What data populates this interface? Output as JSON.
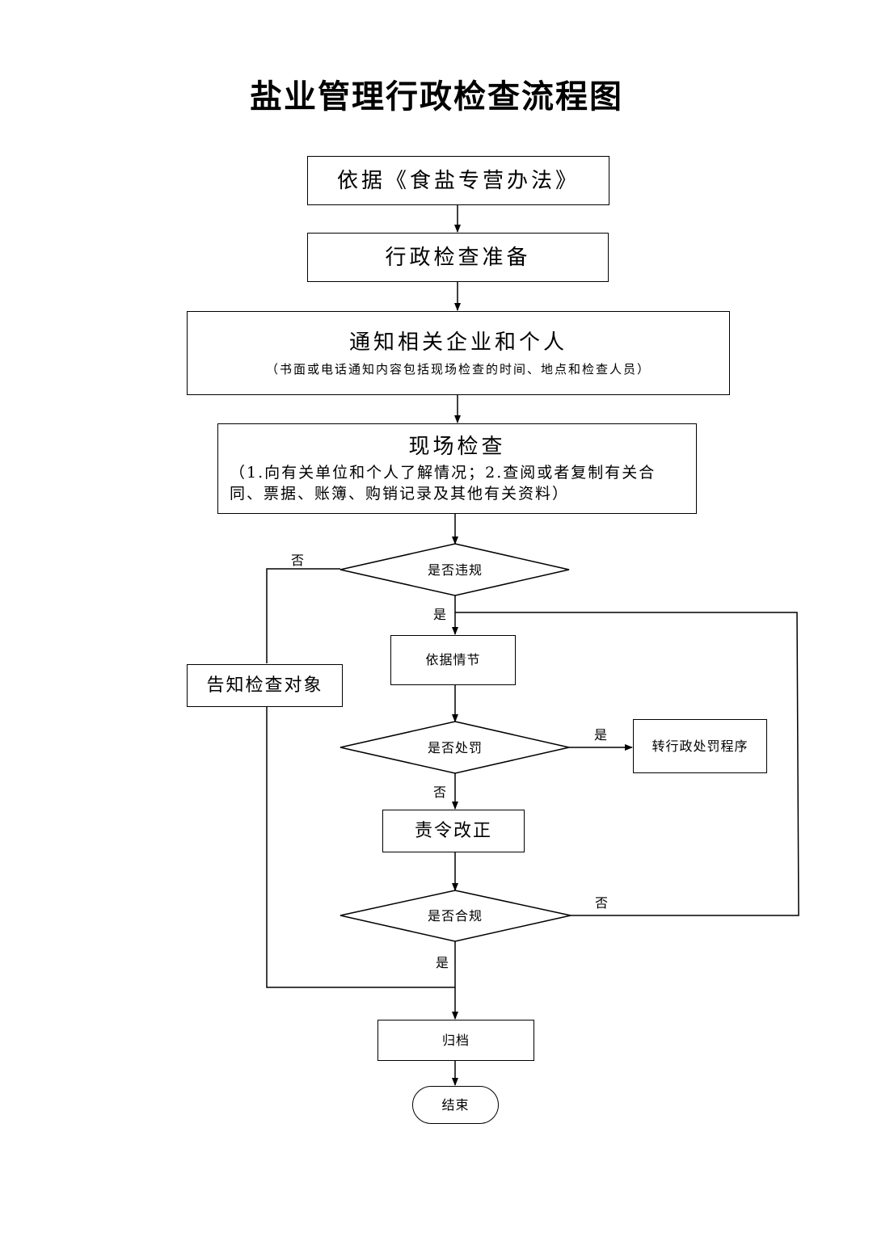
{
  "title": "盐业管理行政检查流程图",
  "nodes": {
    "basis": "依据《食盐专营办法》",
    "prepare": "行政检查准备",
    "notify": "通知相关企业和个人",
    "notify_note": "（书面或电话通知内容包括现场检查的时间、地点和检查人员）",
    "inspect": "现场检查",
    "inspect_note": "（1.向有关单位和个人了解情况；2.查阅或者复制有关合同、票据、账簿、购销记录及其他有关资料）",
    "violation_q": "是否违规",
    "by_plot": "依据情节",
    "penalty_q": "是否处罚",
    "transfer": "转行政处罚程序",
    "correct": "责令改正",
    "compliant_q": "是否合规",
    "notify_target": "告知检查对象",
    "archive": "归档",
    "end": "结束"
  },
  "edge_labels": {
    "violation_no": "否",
    "violation_yes": "是",
    "penalty_yes": "是",
    "penalty_no": "否",
    "compliant_no": "否",
    "compliant_yes": "是"
  }
}
